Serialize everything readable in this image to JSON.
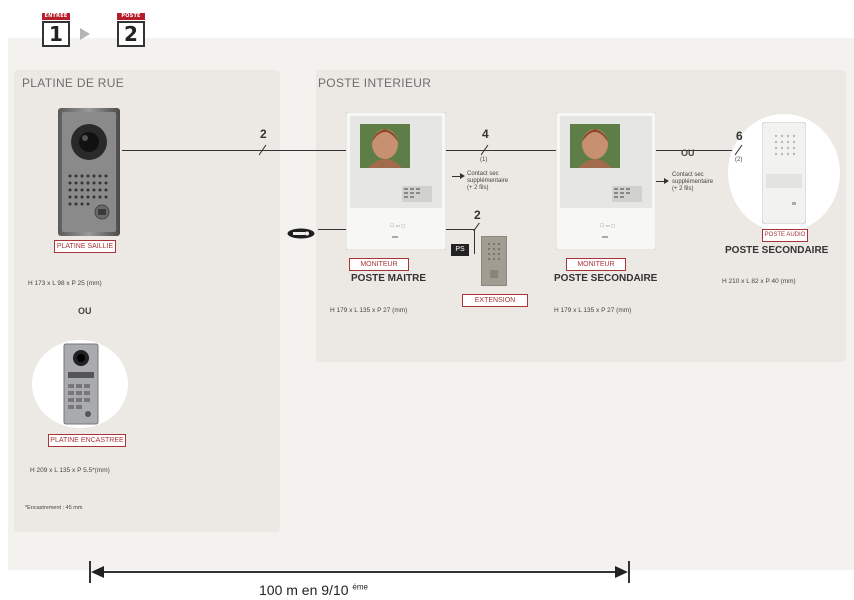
{
  "steps": [
    {
      "label": "ENTREE",
      "number": "1"
    },
    {
      "label": "POSTE",
      "number": "2"
    }
  ],
  "street": {
    "title": "PLATINE DE RUE",
    "saillie": {
      "label": "PLATINE SAILLIE",
      "dims": "H 173 x L 98 x P 25 (mm)"
    },
    "ou": "OU",
    "encastree": {
      "label": "PLATINE ENCASTREE",
      "dims": "H 209 x L 135 x P 5.5*(mm)",
      "note": "*Encastrement : 45 mm"
    }
  },
  "interior": {
    "title": "POSTE INTERIEUR",
    "maitre": {
      "label": "MONITEUR",
      "title": "POSTE MAITRE",
      "dims": "H 179 x L 135 x P 27 (mm)"
    },
    "secondaire": {
      "label": "MONITEUR",
      "title": "POSTE SECONDAIRE",
      "dims": "H 179 x L 135 x P 27 (mm)"
    },
    "audio": {
      "label": "POSTE AUDIO",
      "title": "POSTE SECONDAIRE",
      "dims": "H 210 x L 82 x P 40 (mm)"
    },
    "extension": {
      "label": "EXTENSION",
      "ps": "PS"
    },
    "ou": "OU",
    "contact1": [
      "Contact sec",
      "supplémentaire",
      "(+ 2 fils)"
    ],
    "contact2": [
      "Contact sec",
      "supplémentaire",
      "(+ 2 fils)"
    ],
    "note_mark_1": "(1)",
    "note_mark_2": "(2)"
  },
  "wires": {
    "street_to_master": "2",
    "master_to_secondary": "4",
    "master_to_extension": "2",
    "secondary_to_audio": "6"
  },
  "distance": {
    "label": "100 m en 9/10",
    "superscript": "éme"
  },
  "colors": {
    "accent": "#a83438",
    "panel": "#ece9e5",
    "background": "#f4f2ef"
  }
}
